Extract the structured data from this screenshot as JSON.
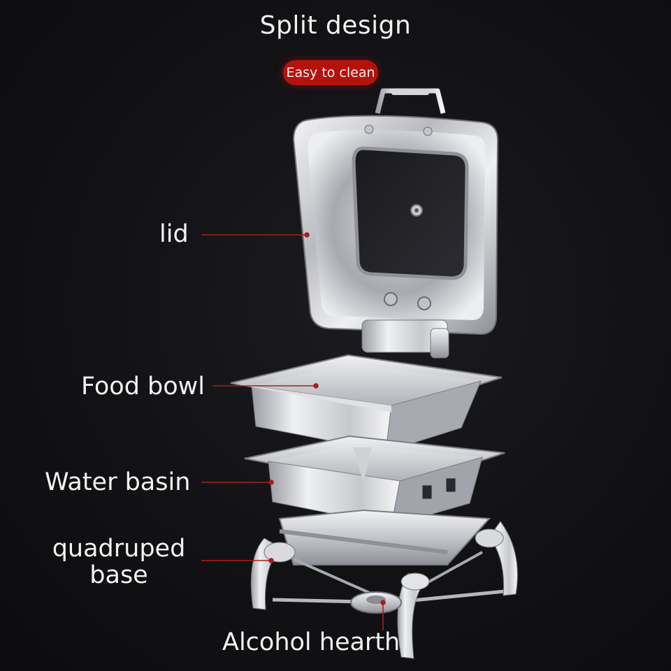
{
  "header": {
    "title": "Split design",
    "badge": "Easy to clean"
  },
  "callouts": {
    "lid": "lid",
    "food_bowl": "Food bowl",
    "water_basin": "Water basin",
    "quadruped_base": "quadruped\nbase",
    "alcohol_hearth": "Alcohol hearth"
  },
  "colors": {
    "background": "#121114",
    "badge": "#b3120d",
    "leader_line": "#a3211d",
    "text": "#f3f3f3"
  }
}
